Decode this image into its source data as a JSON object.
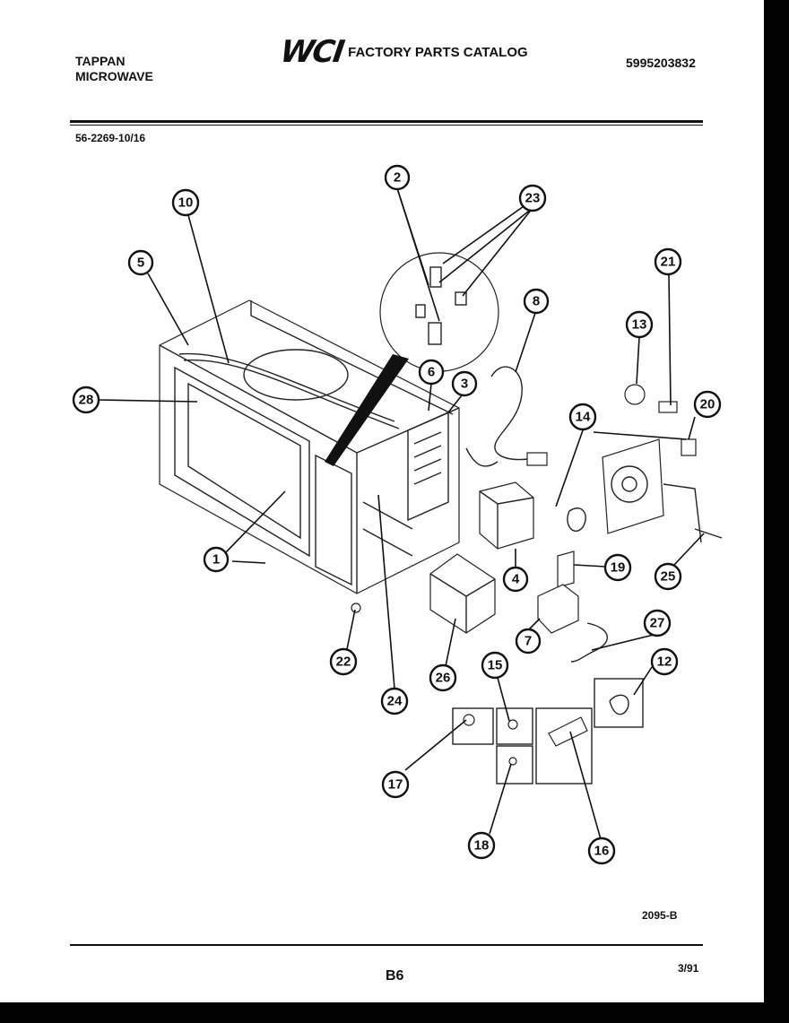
{
  "header": {
    "brand_line1": "TAPPAN",
    "brand_line2": "MICROWAVE",
    "logo_text": "WCI",
    "catalog_title": "FACTORY PARTS CATALOG",
    "part_number": "5995203832",
    "model_number": "56-2269-10/16"
  },
  "footer": {
    "figure_code": "2095-B",
    "page_number": "B6",
    "date": "3/91"
  },
  "callouts": [
    {
      "label": "1",
      "target": "door-latch-clip"
    },
    {
      "label": "2",
      "target": "interlock-switch"
    },
    {
      "label": "3",
      "target": "screw"
    },
    {
      "label": "4",
      "target": "magnetron"
    },
    {
      "label": "5",
      "target": "cabinet-edge"
    },
    {
      "label": "6",
      "target": "fuse-holder"
    },
    {
      "label": "7",
      "target": "capacitor"
    },
    {
      "label": "8",
      "target": "power-cord"
    },
    {
      "label": "10",
      "target": "waveguide-cover"
    },
    {
      "label": "12",
      "target": "clip"
    },
    {
      "label": "13",
      "target": "lamp-bulb"
    },
    {
      "label": "14",
      "target": "fan-assembly"
    },
    {
      "label": "15",
      "target": "nut"
    },
    {
      "label": "16",
      "target": "bracket"
    },
    {
      "label": "17",
      "target": "rivet"
    },
    {
      "label": "18",
      "target": "washer"
    },
    {
      "label": "19",
      "target": "capacitor-bracket"
    },
    {
      "label": "20",
      "target": "thermostat"
    },
    {
      "label": "21",
      "target": "lamp-socket"
    },
    {
      "label": "22",
      "target": "foot"
    },
    {
      "label": "23",
      "target": "switch-actuator"
    },
    {
      "label": "24",
      "target": "cavity-base"
    },
    {
      "label": "25",
      "target": "fan-duct"
    },
    {
      "label": "26",
      "target": "transformer"
    },
    {
      "label": "27",
      "target": "diode"
    },
    {
      "label": "28",
      "target": "oven-cavity"
    }
  ]
}
